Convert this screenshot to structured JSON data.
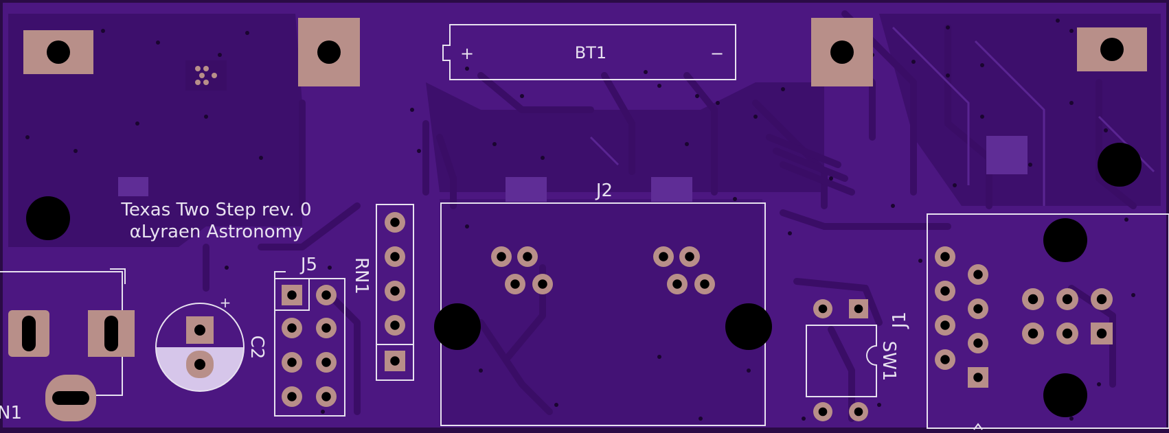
{
  "board": {
    "title_line1": "Texas Two Step rev. 0",
    "title_line2": "αLyraen Astronomy"
  },
  "colors": {
    "board": "#4c1781",
    "board_dark": "#3b0f69",
    "copper": "#b88f89",
    "silk": "#e8e2f0",
    "hole": "#000000"
  },
  "components": {
    "bt1": {
      "ref": "BT1",
      "plus": "+",
      "minus": "−"
    },
    "j2": {
      "ref": "J2"
    },
    "j5": {
      "ref": "J5"
    },
    "rn1": {
      "ref": "RN1"
    },
    "c2": {
      "ref": "C2",
      "plus": "+"
    },
    "sw1": {
      "ref": "SW1"
    },
    "j1": {
      "ref": "J1"
    },
    "n1": {
      "ref": "N1"
    }
  }
}
